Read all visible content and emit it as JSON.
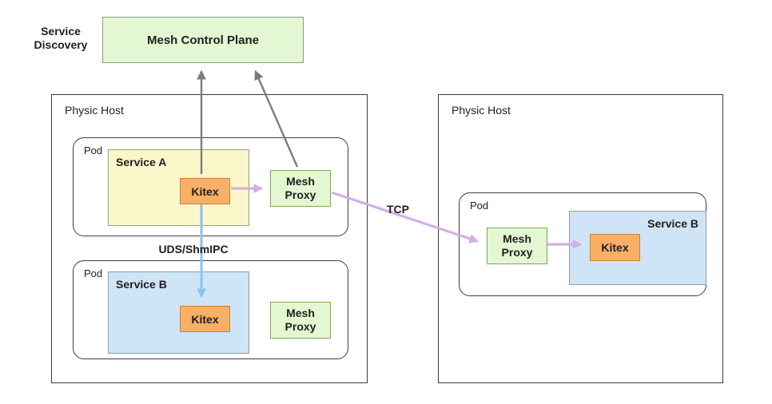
{
  "labels": {
    "service_discovery": "Service Discovery",
    "control_plane": "Mesh Control Plane",
    "physic_host": "Physic Host",
    "pod": "Pod",
    "service_a": "Service A",
    "service_b": "Service B",
    "kitex": "Kitex",
    "mesh_proxy": "Mesh Proxy",
    "uds": "UDS/ShmIPC",
    "tcp": "TCP"
  },
  "edges": [
    {
      "from": "kitex-service-a",
      "to": "mesh-control-plane",
      "style": "gray",
      "label": ""
    },
    {
      "from": "mesh-proxy-left-top",
      "to": "mesh-control-plane",
      "style": "gray",
      "label": ""
    },
    {
      "from": "kitex-service-a",
      "to": "mesh-proxy-left-top",
      "style": "purple",
      "label": ""
    },
    {
      "from": "mesh-proxy-left-top",
      "to": "mesh-proxy-right",
      "style": "purple",
      "label": "TCP"
    },
    {
      "from": "kitex-service-a",
      "to": "kitex-service-b-left",
      "style": "blue",
      "label": "UDS/ShmIPC"
    },
    {
      "from": "mesh-proxy-right",
      "to": "kitex-service-b-right",
      "style": "purple",
      "label": ""
    }
  ],
  "colors": {
    "control_plane_fill": "#e3f8d2",
    "control_plane_border": "#8d9c85",
    "proxy_fill": "#e3f8d2",
    "proxy_border": "#85a35c",
    "service_a_fill": "#fcf7ca",
    "service_b_fill": "#cfe4f7",
    "service_border": "#9a9a9a",
    "kitex_fill": "#f8b066",
    "kitex_border": "#c8803b",
    "outline_dark": "#3c3c3c",
    "arrow_gray": "#7d7d7d",
    "arrow_purple": "#d2b0e6",
    "arrow_blue": "#8fc4ee",
    "text": "#1f1f1f"
  }
}
